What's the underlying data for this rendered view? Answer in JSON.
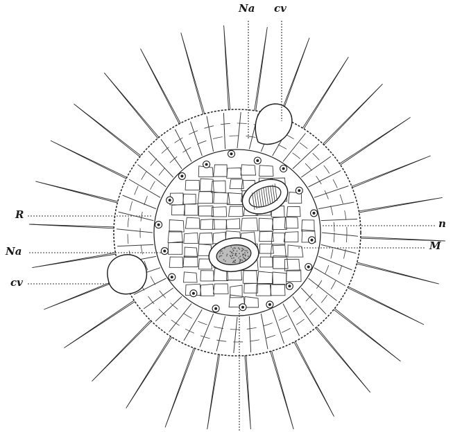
{
  "labels": {
    "top_na": "Na",
    "top_cv": "cv",
    "left_r": "R",
    "left_na": "Na",
    "left_cv": "cv",
    "right_n": "n",
    "right_m": "M"
  },
  "colors": {
    "ink": "#1f1f1f",
    "paper": "#ffffff",
    "shade": "#9a9a9a"
  }
}
